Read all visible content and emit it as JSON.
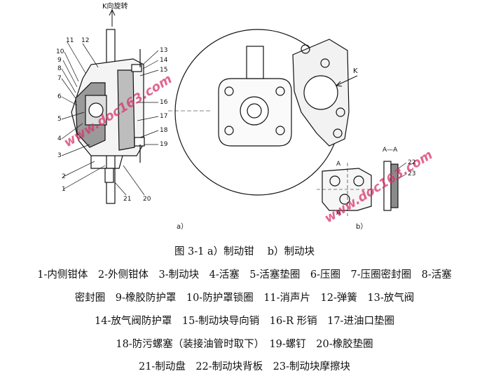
{
  "figure": {
    "arrow_label_top": "K向旋转",
    "label_a": "a）",
    "label_b": "b）",
    "section_label": "A—A",
    "k_label": "K",
    "a_mark": "A",
    "callouts": [
      "1",
      "2",
      "3",
      "4",
      "5",
      "6",
      "7",
      "8",
      "9",
      "10",
      "11",
      "12",
      "13",
      "14",
      "15",
      "16",
      "17",
      "18",
      "19",
      "20",
      "21",
      "22",
      "23"
    ],
    "watermark": "www.doc163.com"
  },
  "caption": {
    "title": "图 3-1 a）制动钳　 b）制动块",
    "line1": "1-内侧钳体　2-外侧钳体　3-制动块　4-活塞　5-活塞垫圈　6-压圈　7-压圈密封圈　8-活塞",
    "line2": "密封圈　9-橡胶防护罩　10-防护罩锁圈　11-消声片　12-弹簧　13-放气阀",
    "line3": "14-放气阀防护罩　15-制动块导向销　16-R 形销　17-进油口垫圈",
    "line4": "18-防污螺塞（装接油管时取下）　19-螺钉　20-橡胶垫圈",
    "line5": "21-制动盘　22-制动块背板　23-制动块摩擦块"
  }
}
